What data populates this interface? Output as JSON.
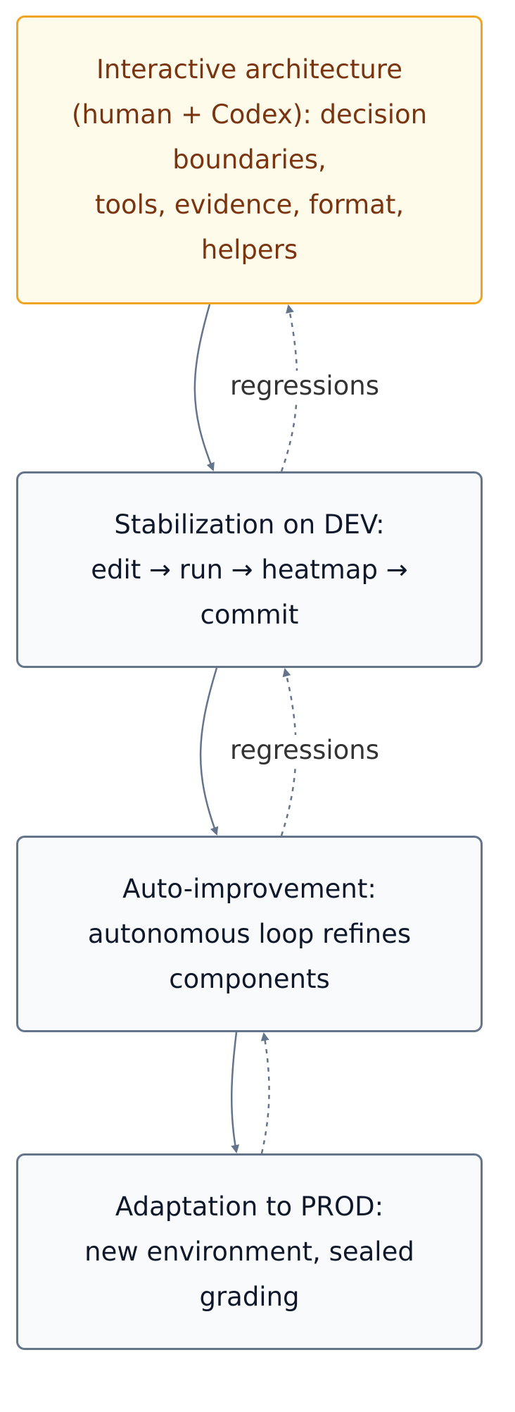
{
  "diagram": {
    "nodes": {
      "architecture": "Interactive architecture\n(human + Codex): decision\nboundaries,\ntools, evidence, format,\nhelpers",
      "stabilization": "Stabilization on DEV:\nedit → run → heatmap →\ncommit",
      "auto_improvement": "Auto-improvement:\nautonomous loop refines\ncomponents",
      "adaptation": "Adaptation to PROD:\nnew environment, sealed\ngrading"
    },
    "edge_labels": {
      "dev_to_arch": "regressions",
      "auto_to_dev": "regressions"
    },
    "colors": {
      "highlight_fill": "#fffbea",
      "highlight_border": "#f0a522",
      "highlight_text": "#7a3410",
      "node_fill": "#f8fafc",
      "node_border": "#64748b",
      "node_text": "#0f172a",
      "edge": "#64748b"
    }
  }
}
